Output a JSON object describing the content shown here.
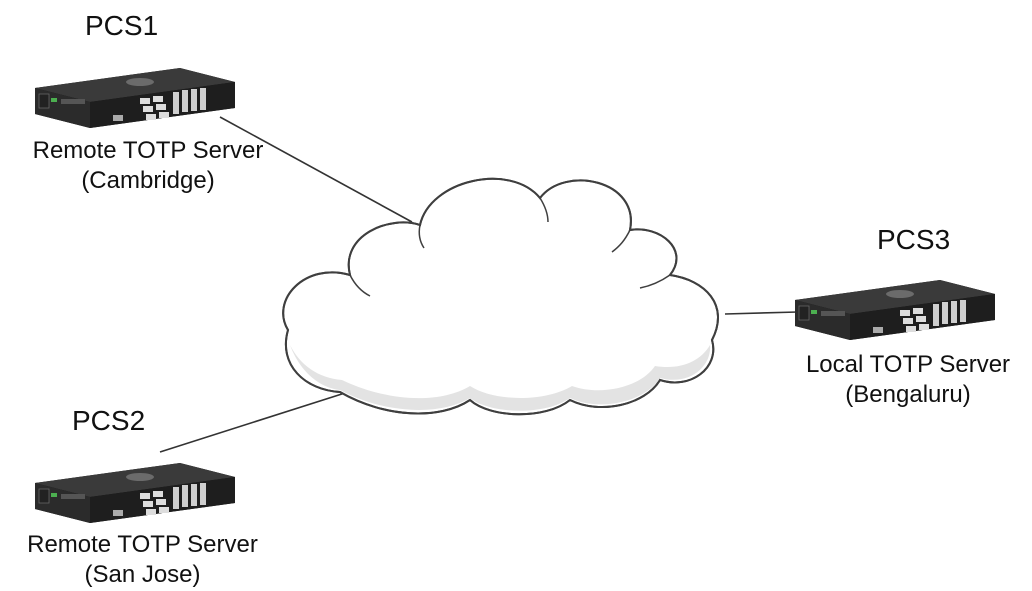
{
  "nodes": [
    {
      "id": "pcs1",
      "title": "PCS1",
      "role": "Remote TOTP Server",
      "location": "(Cambridge)"
    },
    {
      "id": "pcs2",
      "title": "PCS2",
      "role": "Remote TOTP Server",
      "location": "(San Jose)"
    },
    {
      "id": "pcs3",
      "title": "PCS3",
      "role": "Local TOTP Server",
      "location": "(Bengaluru)"
    }
  ],
  "colors": {
    "line": "#333333",
    "cloud_fill": "#ffffff",
    "cloud_shadow": "#dcdcdc",
    "cloud_stroke": "#444444",
    "device_body": "#1a1a1a"
  },
  "icons": {
    "device": "rack-server-icon",
    "network": "cloud-icon"
  }
}
